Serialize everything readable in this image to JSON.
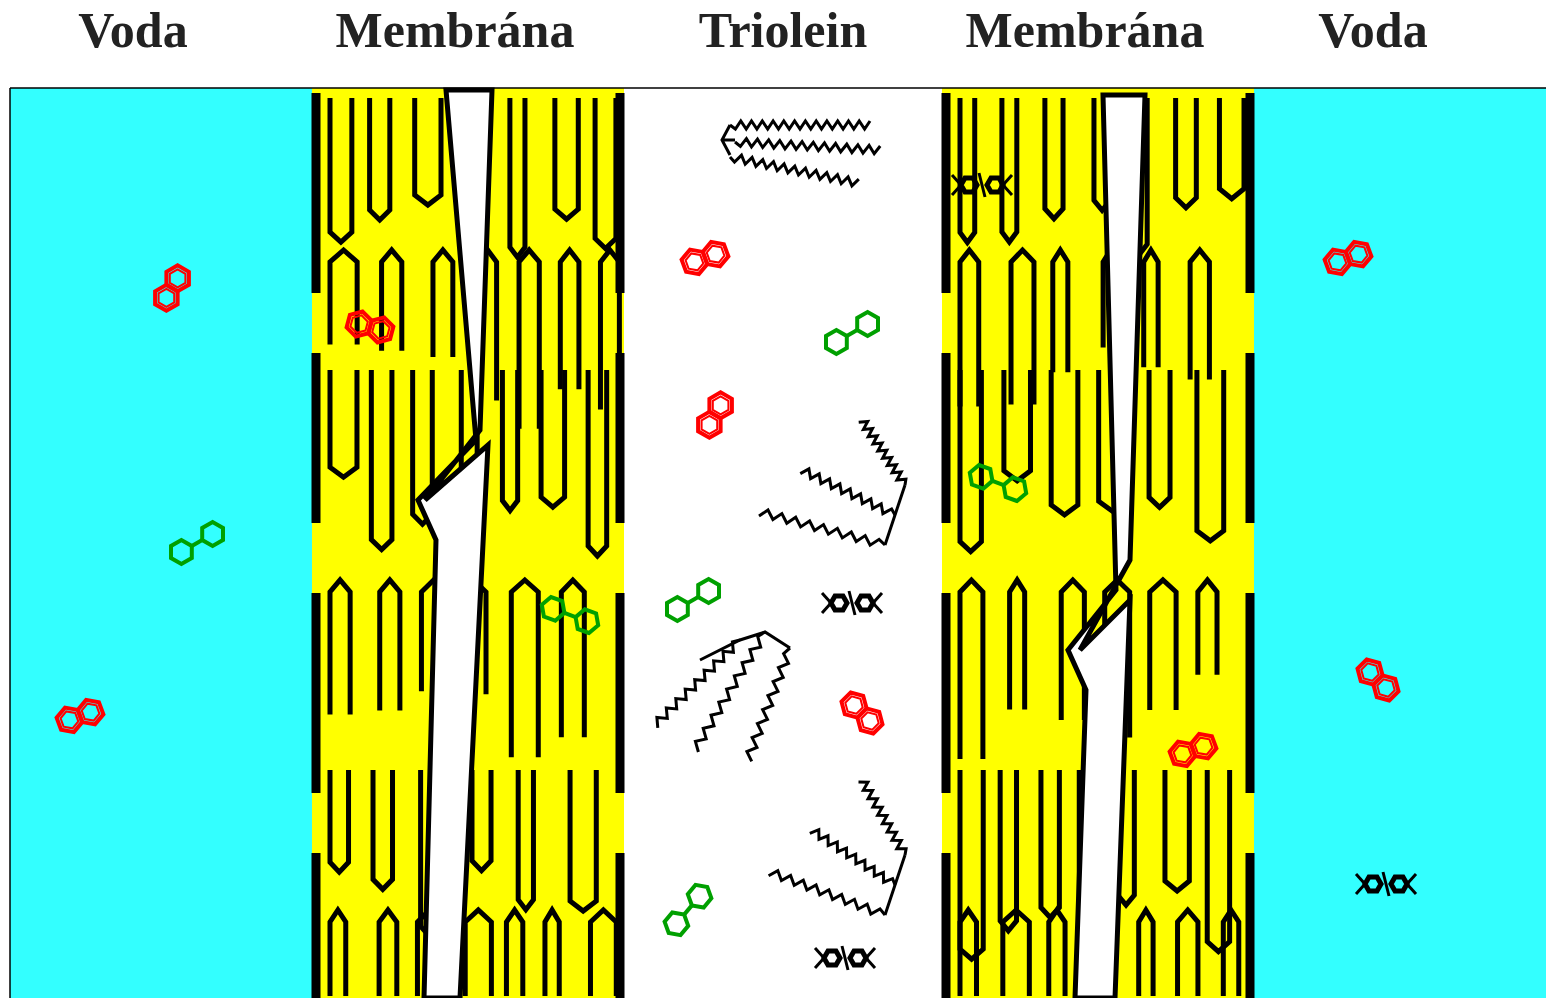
{
  "diagram": {
    "labels": [
      "Voda",
      "Membrána",
      "Triolein",
      "Membrána",
      "Voda"
    ]
  }
}
